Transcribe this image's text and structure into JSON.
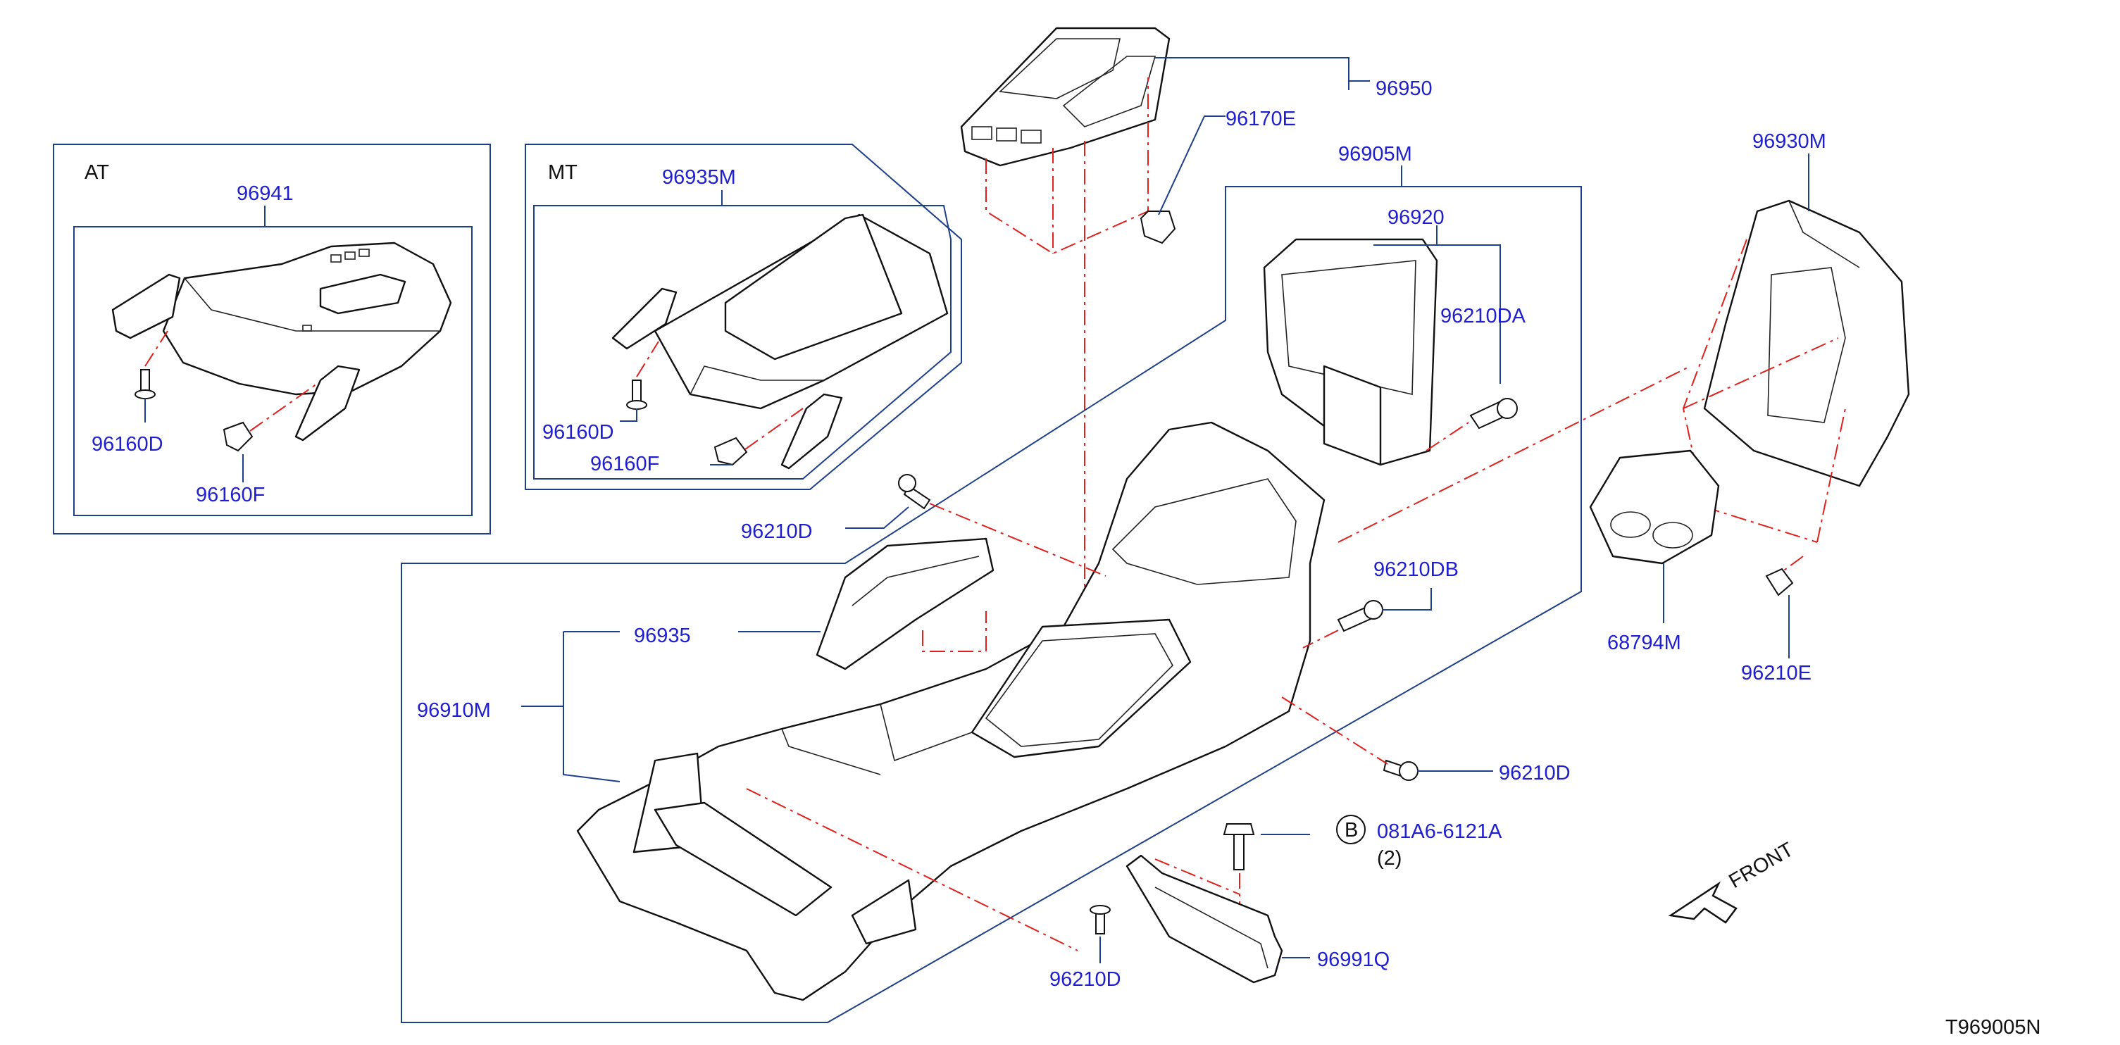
{
  "labels": {
    "at_header": "AT",
    "mt_header": "MT",
    "p96941": "96941",
    "p96935M": "96935M",
    "p96160D_at": "96160D",
    "p96160F_at": "96160F",
    "p96160D_mt": "96160D",
    "p96160F_mt": "96160F",
    "p96950": "96950",
    "p96170E": "96170E",
    "p96905M": "96905M",
    "p96920": "96920",
    "p96210DA": "96210DA",
    "p96930M": "96930M",
    "p96210D_1": "96210D",
    "p96210DB": "96210DB",
    "p96935": "96935",
    "p96910M": "96910M",
    "p68794M": "68794M",
    "p96210E": "96210E",
    "p96210D_2": "96210D",
    "p081A6": "081A6-6121A",
    "bolt_qty": "(2)",
    "bolt_badge": "B",
    "p96991Q": "96991Q",
    "p96210D_3": "96210D",
    "front": "FRONT",
    "diagram_code": "T969005N"
  },
  "colors": {
    "label": "#1f1fd0",
    "leader": "#1e3f8a",
    "centerline": "#e0201c",
    "outline": "#111111"
  }
}
